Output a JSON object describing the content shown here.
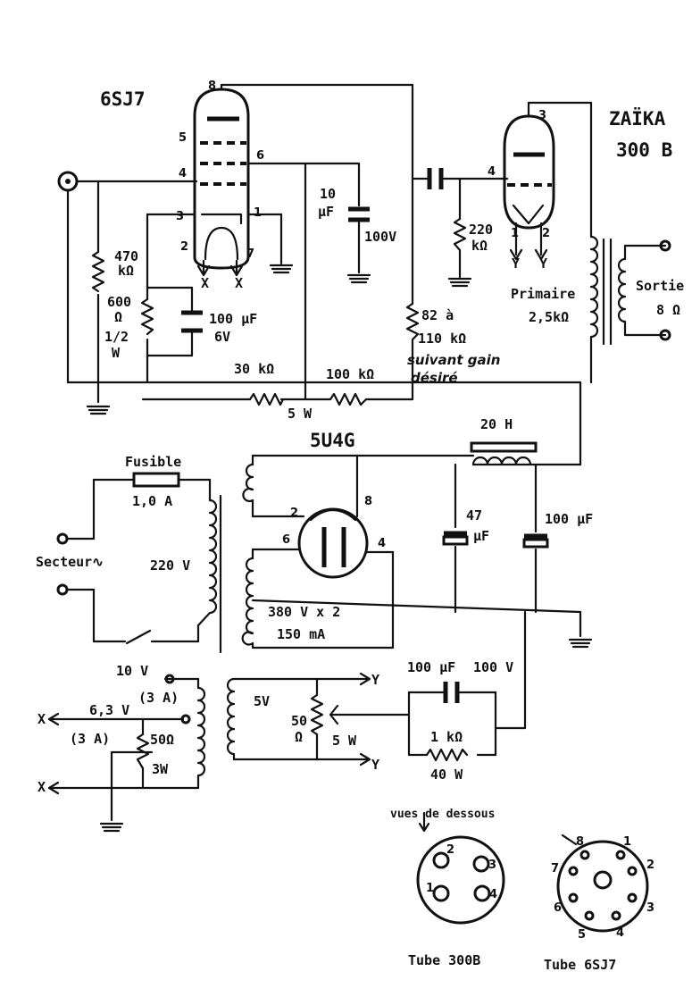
{
  "tubes": {
    "input": "6SJ7",
    "output_line1": "ZAÏKA",
    "output_line2": "300 B",
    "rectifier": "5U4G"
  },
  "input_stage": {
    "r_grid_value": "470",
    "r_grid_unit": "kΩ",
    "r_cathode_value": "600",
    "r_cathode_unit": "Ω",
    "r_cathode_power1": "1/2",
    "r_cathode_power2": "W",
    "c_cathode_value": "100 μF",
    "c_cathode_voltage": "6V",
    "c_screen_value": "10",
    "c_screen_unit": "μF",
    "c_screen_voltage": "100V",
    "r_decouple1": "30 kΩ",
    "r_decouple_power": "5 W",
    "r_decouple2": "100 kΩ",
    "r_plate_value": "82 à",
    "r_plate_value2": "110 kΩ",
    "r_plate_note1": "suivant gain",
    "r_plate_note2": "désiré"
  },
  "output_stage": {
    "r_grid_value": "220",
    "r_grid_unit": "kΩ",
    "primary_label": "Primaire",
    "primary_value": "2,5kΩ",
    "secondary_label": "Sortie",
    "secondary_value": "8 Ω"
  },
  "power_supply": {
    "fuse_label": "Fusible",
    "fuse_value": "1,0 A",
    "mains_label": "Secteur∿",
    "mains_voltage": "220 V",
    "ht_winding1": "380 V x 2",
    "ht_winding2": "150 mA",
    "choke": "20 H",
    "c_filter1_value": "47",
    "c_filter1_unit": "μF",
    "c_filter2": "100 μF",
    "fil_5v": "5V",
    "pot_value": "50",
    "pot_unit": "Ω",
    "pot_power": "5 W",
    "bias_cap": "100 μF",
    "bias_cap_voltage": "100 V",
    "bias_res": "1 kΩ",
    "bias_res_power": "40 W",
    "heater_10v": "10 V",
    "heater_10v_current": "(3 A)",
    "heater_63v": "6,3 V",
    "heater_63v_current": "(3 A)",
    "heater_pot_value": "50Ω",
    "heater_pot_power": "3W"
  },
  "pins": {
    "p1": "1",
    "p2": "2",
    "p3": "3",
    "p4": "4",
    "p5": "5",
    "p6": "6",
    "p7": "7",
    "p8": "8"
  },
  "marks": {
    "x": "X",
    "y": "Y"
  },
  "basing": {
    "caption": "vues de dessous",
    "tube_300b": "Tube 300B",
    "tube_6sj7": "Tube 6SJ7"
  }
}
